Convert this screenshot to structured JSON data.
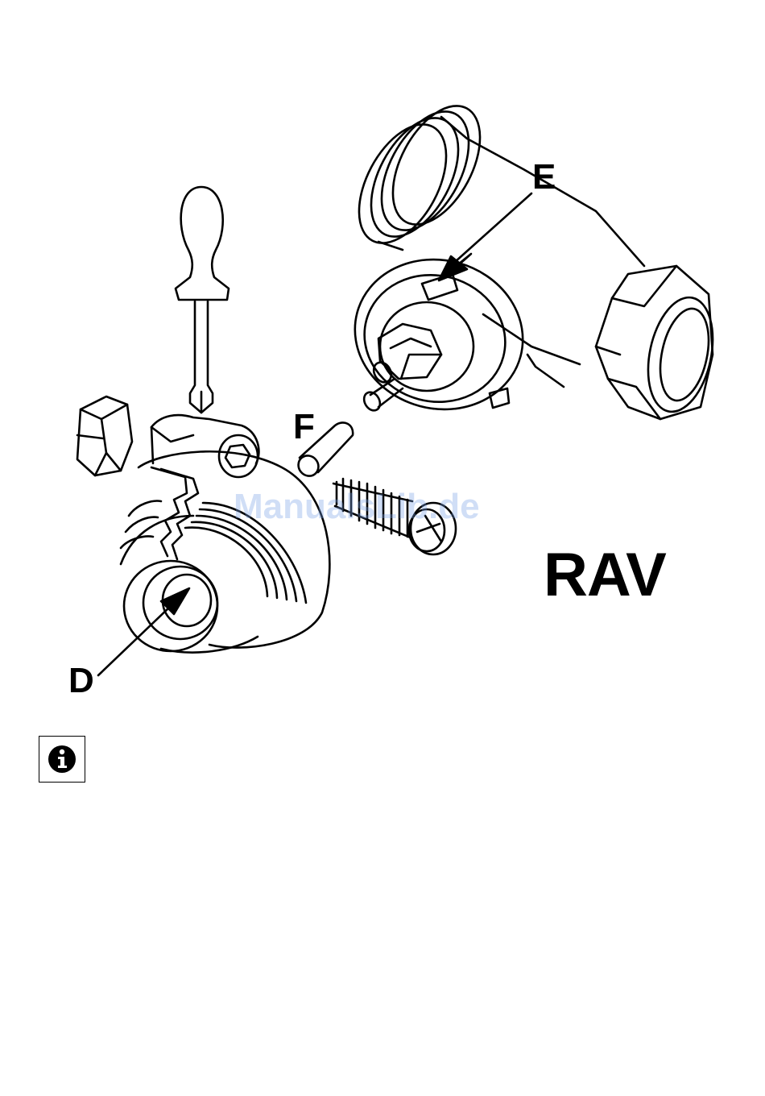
{
  "labels": {
    "d": "D",
    "e": "E",
    "f": "F"
  },
  "model_name": "RAV",
  "watermark": "ManualsLib.de",
  "icons": {
    "info": "info-icon"
  },
  "colors": {
    "line": "#000000",
    "watermark": "#78a0e6"
  }
}
